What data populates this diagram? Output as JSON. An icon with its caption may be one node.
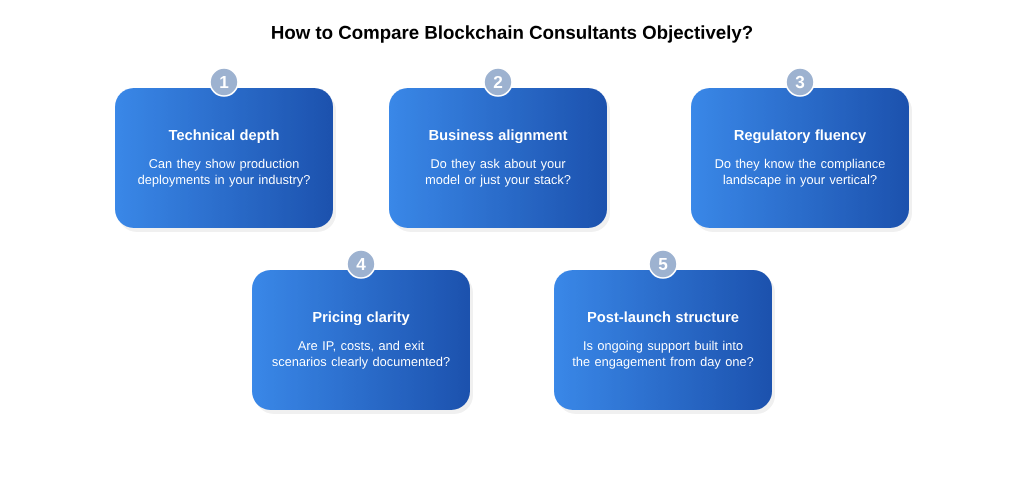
{
  "diagram": {
    "title": "How to Compare Blockchain Consultants Objectively?",
    "nodes": [
      {
        "text": [
          "1"
        ]
      },
      {
        "text": [
          "Technical depth",
          "Can they show production deployments in your industry?"
        ]
      },
      {
        "text": [
          "2"
        ]
      },
      {
        "text": [
          "Business alignment",
          "Do they ask about your model or just your stack?"
        ]
      },
      {
        "text": [
          "3"
        ]
      },
      {
        "text": [
          "Regulatory fluency",
          "Do they know the compliance landscape in your vertical?"
        ]
      },
      {
        "text": [
          "4"
        ]
      },
      {
        "text": [
          "Pricing clarity",
          "Are IP, costs, and exit scenarios clearly documented?"
        ]
      },
      {
        "text": [
          "5"
        ]
      },
      {
        "text": [
          "Post-launch structure",
          "Is ongoing support built into the engagement from day one?"
        ]
      }
    ]
  }
}
